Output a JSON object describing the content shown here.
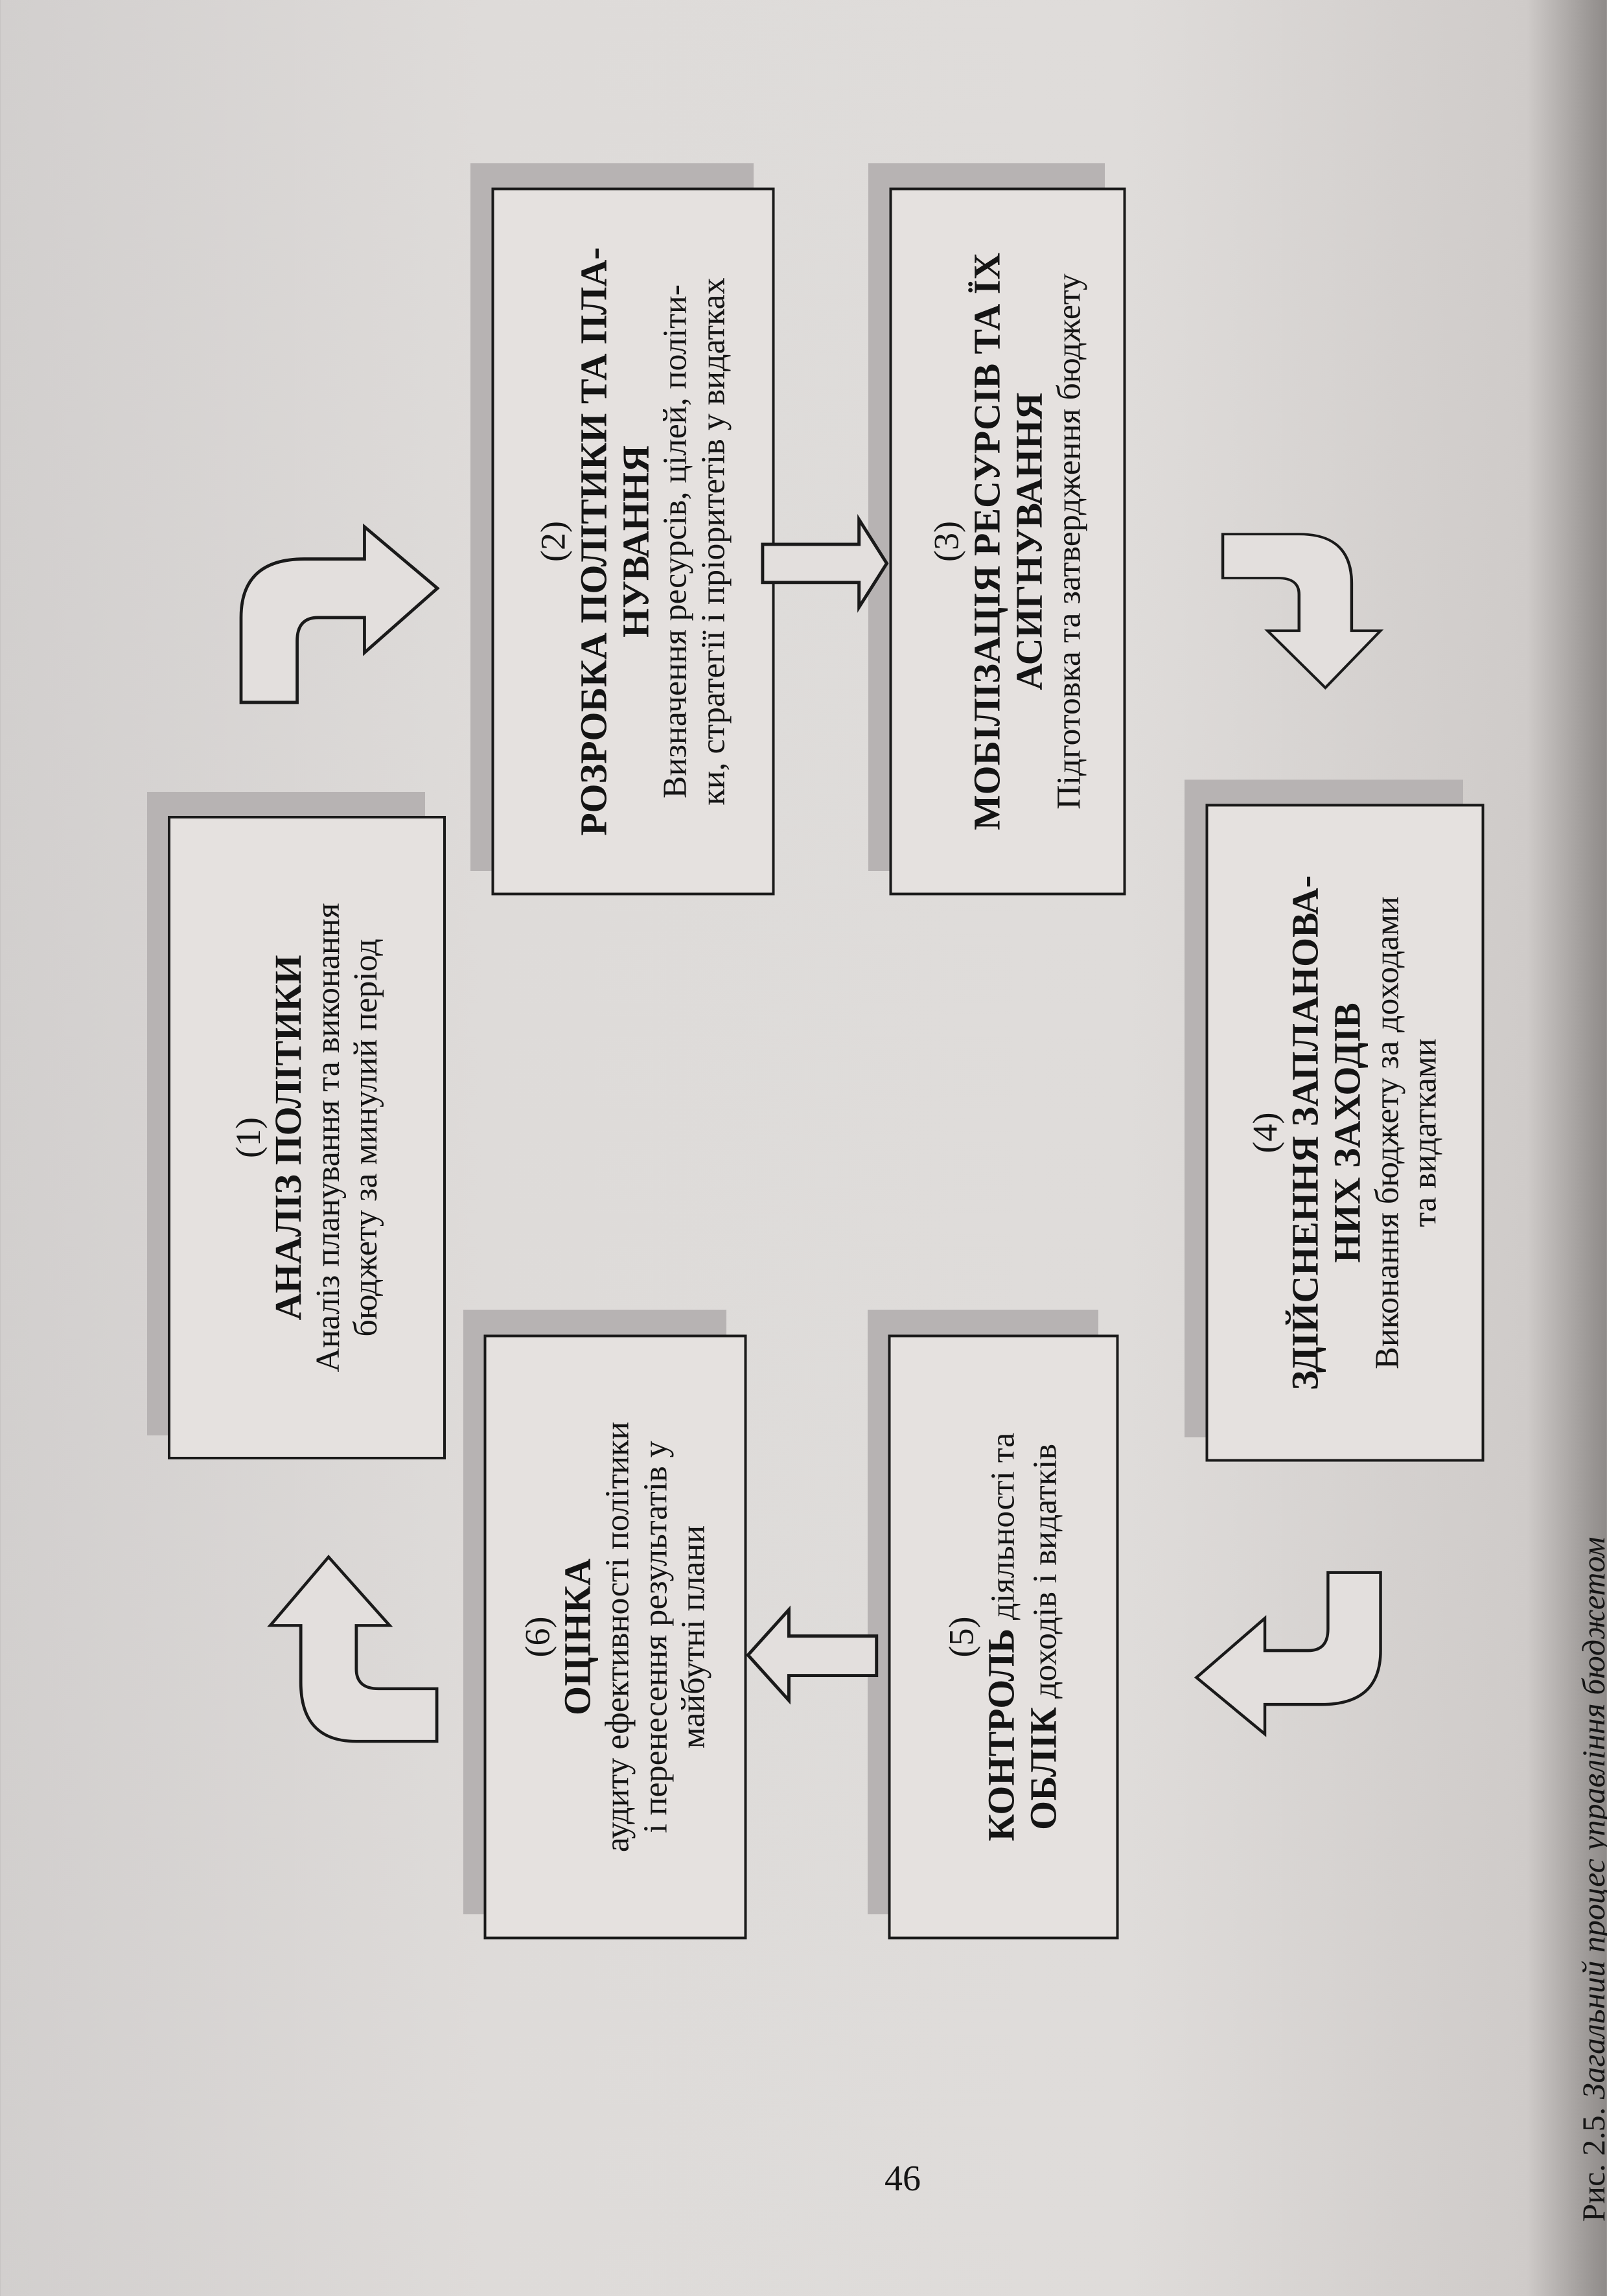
{
  "boxes": {
    "b1": {
      "num": "(1)",
      "title": [
        "АНАЛІЗ ПОЛІТИКИ"
      ],
      "body": [
        "Аналіз планування та виконання",
        "бюджету за минулий період"
      ]
    },
    "b2": {
      "num": "(2)",
      "title": [
        "РОЗРОБКА ПОЛІТИКИ ТА ПЛА-",
        "НУВАННЯ"
      ],
      "body": [
        "Визначення ресурсів, цілей, політи-",
        "ки, стратегії і пріоритетів у видатках"
      ]
    },
    "b3": {
      "num": "(3)",
      "title": [
        "МОБІЛІЗАЦІЯ РЕСУРСІВ ТА ЇХ",
        "АСИГНУВАННЯ"
      ],
      "body": [
        "Підготовка та затвердження бюджету"
      ]
    },
    "b4": {
      "num": "(4)",
      "title": [
        "ЗДІЙСНЕННЯ ЗАПЛАНОВА-",
        "НИХ ЗАХОДІВ"
      ],
      "body": [
        "Виконання бюджету за доходами",
        "та видатками"
      ]
    },
    "b5": {
      "num": "(5)",
      "line1_bold": "КОНТРОЛЬ",
      "line1_rest": " діяльності та",
      "line2_bold": "ОБЛІК",
      "line2_rest": " доходів і видатків"
    },
    "b6": {
      "num": "(6)",
      "title": [
        "ОЦІНКА"
      ],
      "body": [
        "аудиту ефективності політики",
        "і перенесення результатів у",
        "майбутні плани"
      ]
    }
  },
  "caption": {
    "label": "Рис. 2.5.",
    "text": " Загальний процес управління бюджетом"
  },
  "page_number": "46"
}
